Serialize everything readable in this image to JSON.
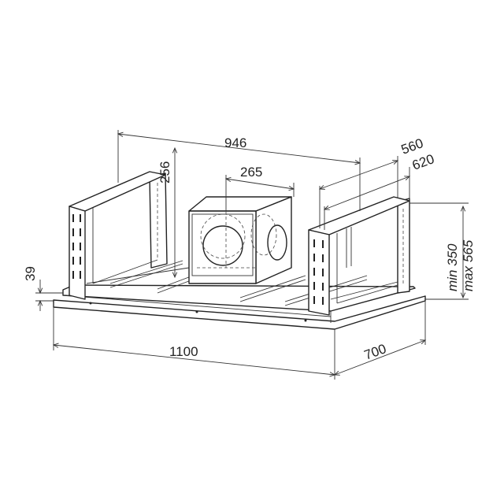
{
  "title": "Ceiling hood mounting frame dimensions",
  "dimensions": {
    "width_top": "946",
    "box_height": "256",
    "box_width": "265",
    "depth_inner": "560",
    "depth_outer": "620",
    "height_min": "min 350",
    "height_max": "max 565",
    "plate_thickness": "39",
    "width_total": "1100",
    "depth_total": "700"
  },
  "colors": {
    "line": "#222222",
    "background": "#ffffff"
  }
}
